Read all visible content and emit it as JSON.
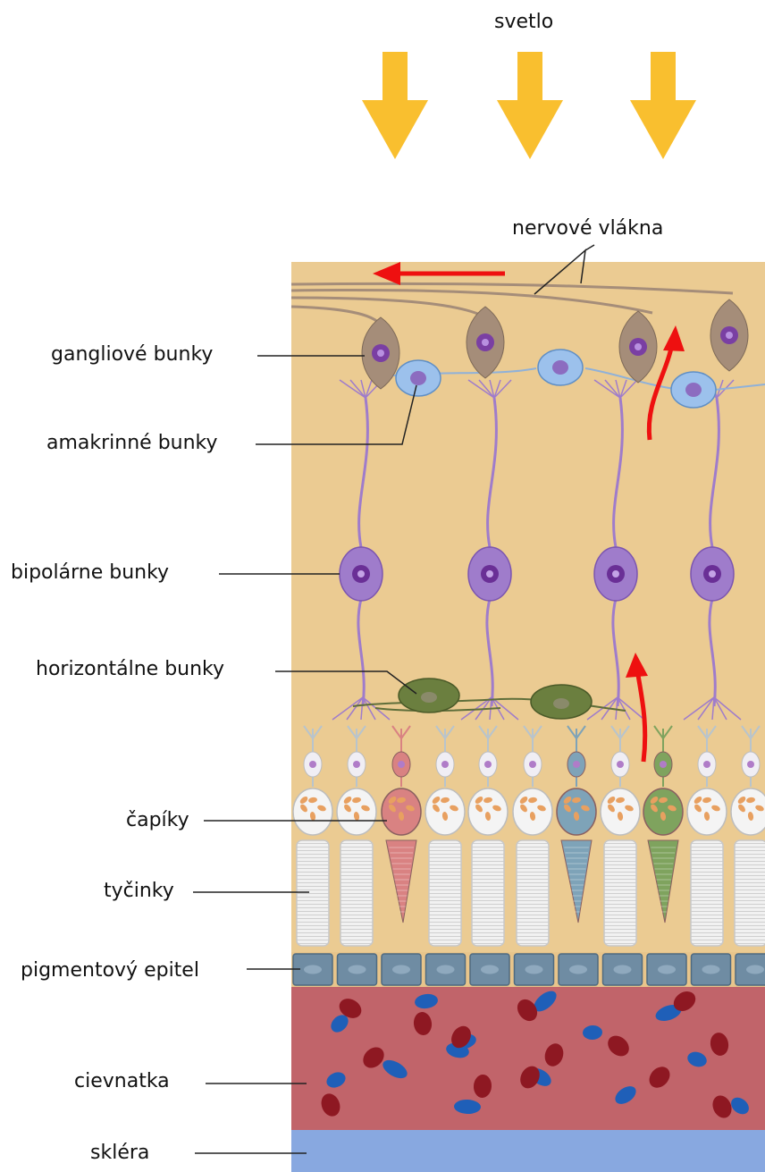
{
  "light_label": "svetlo",
  "labels": {
    "nerve_fibers": "nervové vlákna",
    "ganglion": "gangliové bunky",
    "amacrine": "amakrinné bunky",
    "bipolar": "bipolárne bunky",
    "horizontal": "horizontálne bunky",
    "cones": "čapíky",
    "rods": "tyčinky",
    "pigment": "pigmentový epitel",
    "choroid": "cievnatka",
    "sclera": "skléra"
  },
  "colors": {
    "light_arrow": "#F9BF2F",
    "retina_bg": "#EBCB92",
    "choroid": "#C1646A",
    "sclera": "#88A8E0",
    "pigment_cell": "#6F8CA3",
    "signal_arrow": "#EE1010",
    "ganglion_cell": "#A58D79",
    "amacrine_cell": "#9CC1EC",
    "bipolar_cell": "#9F7CCB",
    "horizontal_cell": "#6B7F3F",
    "red_cone": "#D98282",
    "blue_cone": "#7EA3B8",
    "green_cone": "#7FA35E"
  }
}
